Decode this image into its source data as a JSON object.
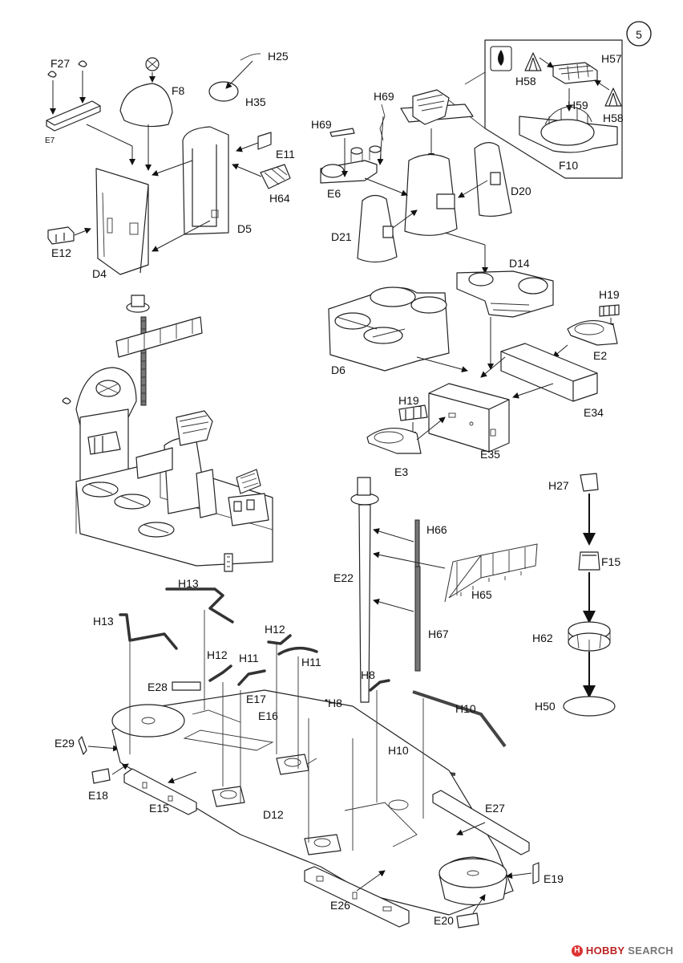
{
  "step_number": "5",
  "labels": {
    "F27": "F27",
    "E7": "E7",
    "F8": "F8",
    "H25": "H25",
    "H35": "H35",
    "E11": "E11",
    "H64": "H64",
    "D5": "D5",
    "E12": "E12",
    "D4": "D4",
    "H69a": "H69",
    "H69b": "H69",
    "E6": "E6",
    "D21": "D21",
    "D20": "D20",
    "H57": "H57",
    "H58a": "H58",
    "H58b": "H58",
    "H59": "H59",
    "F10": "F10",
    "D14": "D14",
    "H19a": "H19",
    "E2": "E2",
    "D6": "D6",
    "E34": "E34",
    "H19b": "H19",
    "E3": "E3",
    "E35": "E35",
    "H27": "H27",
    "F15": "F15",
    "H62": "H62",
    "H50": "H50",
    "H66": "H66",
    "E22": "E22",
    "H65": "H65",
    "H67": "H67",
    "H13a": "H13",
    "H13b": "H13",
    "H12a": "H12",
    "H12b": "H12",
    "H11a": "H11",
    "H11b": "H11",
    "E28": "E28",
    "E17": "E17",
    "E16": "E16",
    "E29": "E29",
    "H8a": "H8",
    "H8b": "H8",
    "H10a": "H10",
    "H10b": "H10",
    "E18": "E18",
    "E15": "E15",
    "D12": "D12",
    "E27": "E27",
    "E19": "E19",
    "E26": "E26",
    "E20": "E20"
  },
  "footer": {
    "logo": "H",
    "brand_a": "HOBBY",
    "brand_b": "SEARCH"
  },
  "colors": {
    "line": "#222222",
    "paper": "#ffffff"
  }
}
